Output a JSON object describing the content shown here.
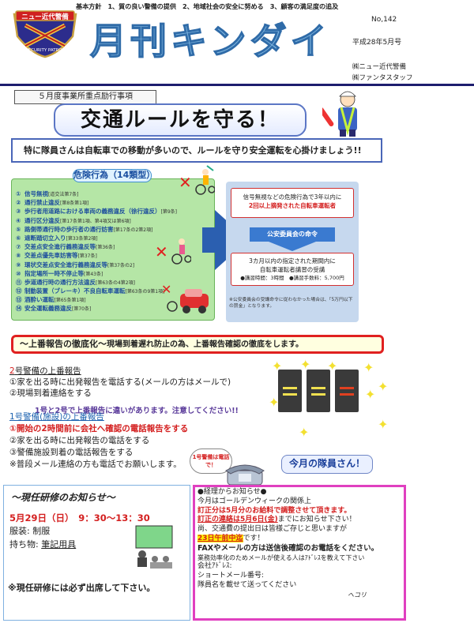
{
  "header": {
    "principle": "基本方針　1、質の良い警備の提供　2、地域社会の安全に努める　3、顧客の満足度の追及",
    "logo_text": "ニュー近代警備",
    "logo_sub": "SECURITY PATROL",
    "title": "月刊キンダイ",
    "issue_no": "No,142",
    "issue_date": "平成28年5月号",
    "company_1": "㈱ニュー近代警備",
    "company_2": "㈱ファンタスタッフ"
  },
  "focus": {
    "label": "５月度事業所重点励行事項",
    "banner": "交通ルールを守る！",
    "intro": "特に隊員さんは自転車での移動が多いので、ルールを守り安全運転を心掛けましょう!!"
  },
  "danger": {
    "title": "危険行為（14類型）",
    "items": [
      {
        "n": "①",
        "text": "信号無視",
        "sub": "[道交法第7条]"
      },
      {
        "n": "②",
        "text": "通行禁止違反",
        "sub": "[第8条第1項]"
      },
      {
        "n": "③",
        "text": "歩行者用道路における車両の義務違反（徐行違反）",
        "sub": "[第9条]"
      },
      {
        "n": "④",
        "text": "通行区分違反",
        "sub": "[第17条第1項、第4項又は第6項]"
      },
      {
        "n": "⑤",
        "text": "路側帯通行時の歩行者の通行妨害",
        "sub": "[第17条の2第2項]"
      },
      {
        "n": "⑥",
        "text": "遮断踏切立入り",
        "sub": "[第33条第2項]"
      },
      {
        "n": "⑦",
        "text": "交差点安全進行義務違反等",
        "sub": "[第36条]"
      },
      {
        "n": "⑧",
        "text": "交差点優先車妨害等",
        "sub": "[第37条]"
      },
      {
        "n": "⑨",
        "text": "環状交差点安全進行義務違反等",
        "sub": "[第37条の2]"
      },
      {
        "n": "⑩",
        "text": "指定場所一時不停止等",
        "sub": "[第43条]"
      },
      {
        "n": "⑪",
        "text": "歩道通行時の通行方法違反",
        "sub": "[第63条の4第2項]"
      },
      {
        "n": "⑫",
        "text": "制動装置（ブレーキ）不良自転車運転",
        "sub": "[第63条の9第1項]"
      },
      {
        "n": "⑬",
        "text": "酒酔い運転",
        "sub": "[第65条第1項]"
      },
      {
        "n": "⑭",
        "text": "安全運転義務違反",
        "sub": "[第70条]"
      }
    ],
    "flow_1_line1": "信号無視などの危険行為で3年以内に",
    "flow_1_line2": "2回以上摘発された自転車運転者",
    "flow_arrow": "公安委員会の命令",
    "flow_2_line1": "3カ月以内の指定された期間内に",
    "flow_2_line2": "自転車運転者講習の受講",
    "flow_2_line3": "●講習時間：3時間　●講習手数料：5,700円",
    "flow_note": "※公安委員会の受講命令に従わなかった場合は、「5万円以下の罰金」となります。"
  },
  "report": {
    "banner_main": "〜上番報告の徹底化〜",
    "banner_sub": "現場到着遅れ防止の為、上番報告確認の徹底をします。",
    "guard2_prefix": "2",
    "guard2_title": "号警備の上番報告",
    "guard2_line1": "①家を出る時に出発報告を電話する(メールの方はメールで)",
    "guard2_line2": "②現場到着連絡をする",
    "note_diff": "1号と2号で上番報告に違いがあります。注意してください!!",
    "guard1_title": "1号警備(施設)の上番報告",
    "guard1_line1": "①開始の2時間前に会社へ確認の電話報告をする",
    "guard1_line2": "②家を出る時に出発報告の電話をする",
    "guard1_line3": "③警備施設到着の電話報告をする",
    "guard1_note": "※普段メール連絡の方も電話でお願いします。",
    "bubble": "1号警備は電話で！",
    "staff_label": "今月の隊員さん！"
  },
  "training": {
    "title": "〜現任研修のお知らせ〜",
    "date": "5月29日（日）　9：30〜13：30",
    "attire_label": "服装: ",
    "attire_value": "制服",
    "items_label": "持ち物: ",
    "items_value": "筆記用具",
    "note": "※現任研修には必ず出席して下さい。"
  },
  "accounting": {
    "title": "●経理からお知らせ●",
    "line1": "今月はゴールデンウィークの関係上",
    "line2": "訂正分は5月分のお給料で調整させて頂きます。",
    "line3a": "訂正の連絡は5月6日(金)",
    "line3b": "までにお知らせ下さい！",
    "line4": "尚、交通費の提出日は皆様ご存じと思いますが",
    "line5a": "23日午前中迄",
    "line5b": "です！",
    "line6": "FAXやメールの方は送信後確認のお電話をください。",
    "line7": "業務効率化のためメールが使える人はｱﾄﾞﾚｽを教えて下さい",
    "line8": "会社ｱﾄﾞﾚｽ:",
    "line9": "ショートメール番号:",
    "line10": "隊員名を載せて送ってください",
    "sign": "ヘコリ"
  }
}
